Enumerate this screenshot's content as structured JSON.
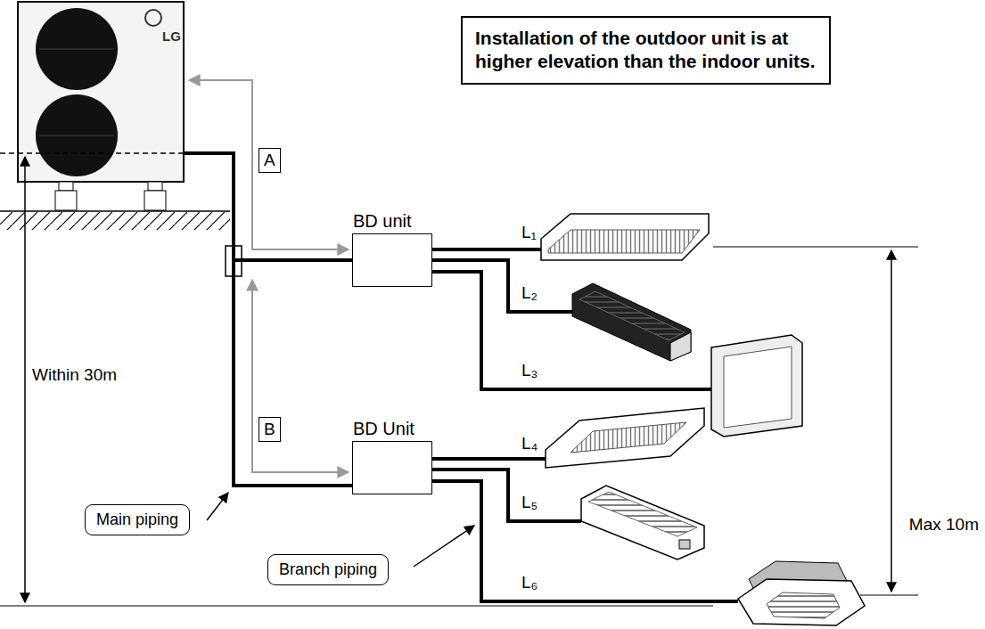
{
  "diagram": {
    "nodes": [
      {
        "text": [
          "LG"
        ]
      },
      {
        "text": [
          "Installation of the outdoor unit is at higher elevation than the indoor units."
        ]
      },
      {
        "text": [
          "BD unit"
        ]
      },
      {
        "text": [
          "BD Unit"
        ]
      },
      {
        "text": [
          "Main piping"
        ]
      },
      {
        "text": [
          "Branch piping"
        ]
      }
    ],
    "edges": [
      {
        "from": 0,
        "to": 2,
        "arrow": "none"
      },
      {
        "from": 0,
        "to": 3,
        "arrow": "none"
      }
    ],
    "labels": [
      "A",
      "B",
      "Within 30m",
      "Max 10m",
      "L₁",
      "L₂",
      "L₃",
      "L₄",
      "L₅",
      "L₆"
    ]
  }
}
